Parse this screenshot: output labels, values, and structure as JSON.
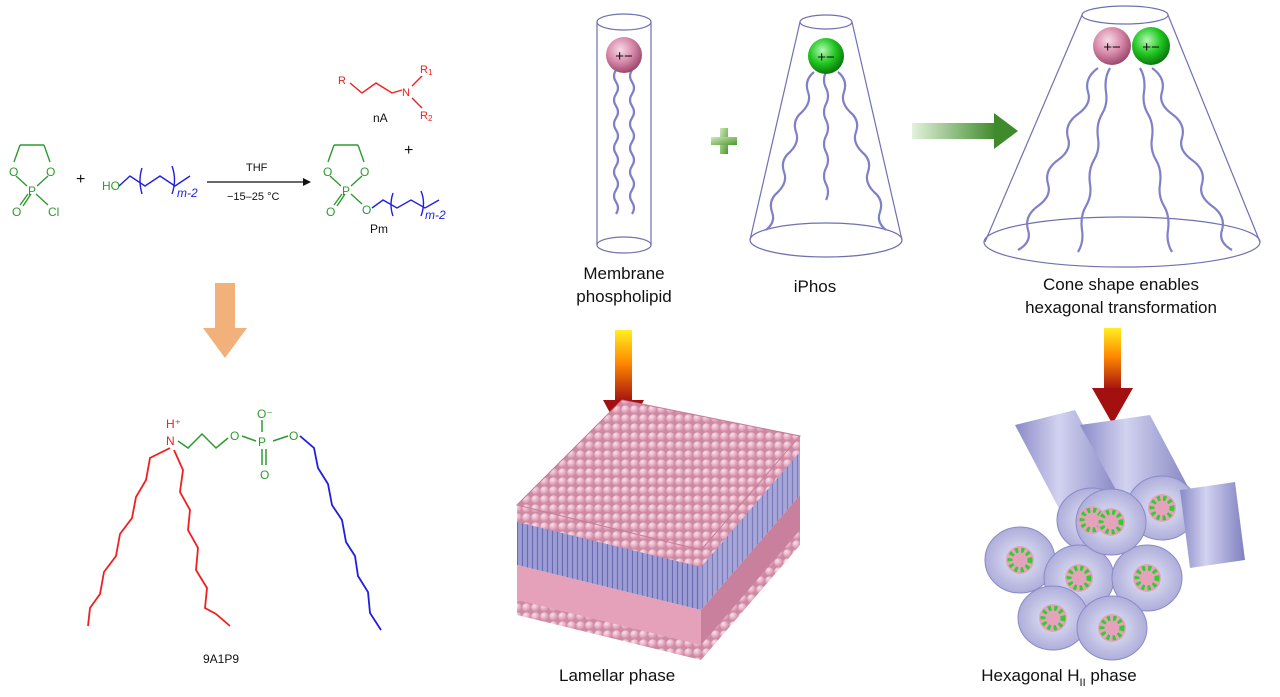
{
  "reaction": {
    "solvent": "THF",
    "temperature": "−15–25 °C",
    "plus": "+",
    "plus2": "+",
    "amine_label": "nA",
    "product_label": "Pm",
    "m_sub_left": "m-2",
    "m_sub_right": "m-2",
    "atoms": {
      "O": "O",
      "P": "P",
      "Cl": "Cl",
      "HO": "HO",
      "N": "N",
      "R": "R",
      "R1": "R",
      "R1sub": "1",
      "R2": "R",
      "R2sub": "2",
      "Hplus": "H⁺",
      "Ominus": "O⁻"
    }
  },
  "molecule": {
    "label": "9A1P9"
  },
  "lipids": {
    "membrane_line1": "Membrane",
    "membrane_line2": "phospholipid",
    "iphos": "iPhos",
    "cone_line1": "Cone shape enables",
    "cone_line2": "hexagonal transformation",
    "charge_symbol": "+−"
  },
  "phases": {
    "lamellar": "Lamellar phase",
    "hexagonal_main": "Hexagonal H",
    "hexagonal_sub": "II",
    "hexagonal_suffix": " phase"
  },
  "colors": {
    "green_chem": "#2e9a2e",
    "blue_chain": "#1f1fe0",
    "red_chain": "#ee2020",
    "orange_arrow": "#f2b07a",
    "pink_bead": "#e9a9bf",
    "green_bead": "#33cc33",
    "tail": "#8080c8",
    "cylinder": "#b8b8e0"
  }
}
